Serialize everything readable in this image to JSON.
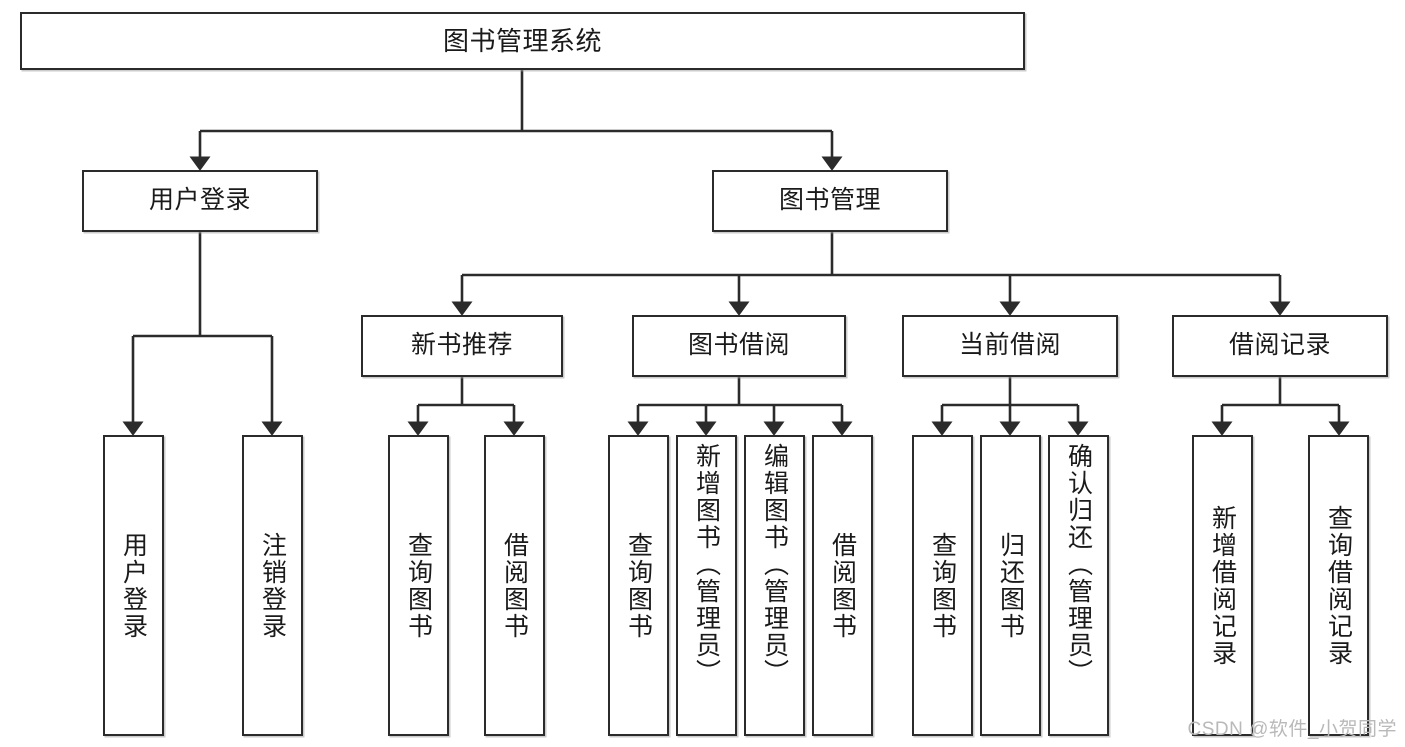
{
  "diagram": {
    "title": "图书管理系统",
    "type": "功能结构图",
    "watermark": "CSDN @软件_小贺同学",
    "colors": {
      "stroke": "#2b2b2b",
      "fill": "#ffffff",
      "text": "#1a1a1a",
      "watermark": "#b9b9b9"
    },
    "root": {
      "label": "图书管理系统"
    },
    "level2": [
      {
        "label": "用户登录"
      },
      {
        "label": "图书管理"
      }
    ],
    "level3": [
      {
        "label": "新书推荐"
      },
      {
        "label": "图书借阅"
      },
      {
        "label": "当前借阅"
      },
      {
        "label": "借阅记录"
      }
    ],
    "leaves": {
      "user_login": [
        {
          "label": "用户登录"
        },
        {
          "label": "注销登录"
        }
      ],
      "new_book": [
        {
          "label": "查询图书"
        },
        {
          "label": "借阅图书"
        }
      ],
      "book_borrow": [
        {
          "label": "查询图书"
        },
        {
          "label": "新增图书（管理员）"
        },
        {
          "label": "编辑图书（管理员）"
        },
        {
          "label": "借阅图书"
        }
      ],
      "current_borrow": [
        {
          "label": "查询图书"
        },
        {
          "label": "归还图书"
        },
        {
          "label": "确认归还（管理员）"
        }
      ],
      "borrow_record": [
        {
          "label": "新增借阅记录"
        },
        {
          "label": "查询借阅记录"
        }
      ]
    }
  }
}
